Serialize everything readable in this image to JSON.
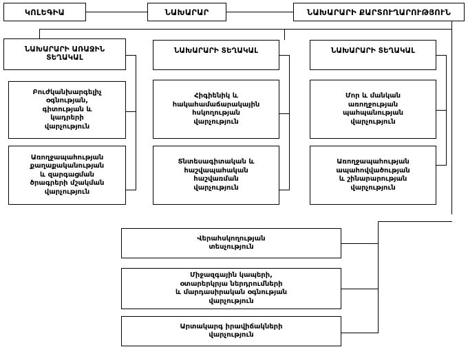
{
  "chart_data": {
    "type": "diagram",
    "title": "Ministry of Health organizational structure chart",
    "subtype": "organizational-hierarchy",
    "language": "Armenian",
    "colors": {
      "background": "#ffffff",
      "line": "#000000",
      "text": "#000000",
      "box_fill": "#ffffff"
    },
    "nodes": [
      {
        "id": "kolegia",
        "label": "ԿՈԼԵԳԻԱ",
        "level": 0,
        "column": "left"
      },
      {
        "id": "naxarar",
        "label": "ՆԱԽԱՐԱՐ",
        "level": 0,
        "column": "center"
      },
      {
        "id": "kartuxarutyun",
        "label": "ՆԱԽԱՐԱՐԻ ՔԱՐՏՈՒՂԱՐՈՒԹՅՈՒՆ",
        "level": 0,
        "column": "right"
      },
      {
        "id": "first-deputy",
        "label": "ՆԱԽԱՐԱՐԻ ԱՌԱՋԻՆ\nՏԵՂԱԿԱԼ",
        "level": 1,
        "column": "left"
      },
      {
        "id": "deputy-1",
        "label": "ՆԱԽԱՐԱՐԻ ՏԵՂԱԿԱԼ",
        "level": 1,
        "column": "center"
      },
      {
        "id": "deputy-2",
        "label": "ՆԱԽԱՐԱՐԻ ՏԵՂԱԿԱԼ",
        "level": 1,
        "column": "right"
      },
      {
        "id": "dept-medical",
        "label": "Բուժկանխարգելիչ\nօգնության,\nգիտության և\nկադրերի\nվարչություն",
        "level": 2,
        "column": "left",
        "parent": "first-deputy"
      },
      {
        "id": "dept-policy",
        "label": "Առողջապահության\nքաղաքականության\nև զարգացման\nծրագրերի մշակման\nվարչություն",
        "level": 3,
        "column": "left",
        "parent": "first-deputy"
      },
      {
        "id": "dept-hygiene",
        "label": "Հիգիենիկ և\nհակահամաճարակային\nհսկողության\nվարչություն",
        "level": 2,
        "column": "center",
        "parent": "deputy-1"
      },
      {
        "id": "dept-economy",
        "label": "Տնտեսագիտական և\nհաշվապահական\nհաշվառման\nվարչություն",
        "level": 3,
        "column": "center",
        "parent": "deputy-1"
      },
      {
        "id": "dept-mother",
        "label": "Մոր և մանկան\nառողջության\nպահպանության\nվարչություն",
        "level": 2,
        "column": "right",
        "parent": "deputy-2"
      },
      {
        "id": "dept-supply",
        "label": "Առողջապահության\nապահովվածության\nև շինարարության\nվարչություն",
        "level": 3,
        "column": "right",
        "parent": "deputy-2"
      },
      {
        "id": "dept-control",
        "label": "Վերահսկողության\nտեսչություն",
        "level": 4,
        "column": "bottom",
        "parent": "naxarar"
      },
      {
        "id": "dept-intl",
        "label": "Միջազգային կապերի,\nօտարերկրյա ներդրումների\nև մարդասիրական օգնության\nվարչություն",
        "level": 5,
        "column": "bottom",
        "parent": "naxarar"
      },
      {
        "id": "dept-emerg",
        "label": "Արտակարգ իրավիճակների\nվարչություն",
        "level": 6,
        "column": "bottom",
        "parent": "naxarar"
      }
    ],
    "edges": [
      {
        "from": "kolegia",
        "to": "naxarar"
      },
      {
        "from": "naxarar",
        "to": "kartuxarutyun"
      },
      {
        "from": "naxarar",
        "to": "first-deputy"
      },
      {
        "from": "naxarar",
        "to": "deputy-1"
      },
      {
        "from": "naxarar",
        "to": "deputy-2"
      },
      {
        "from": "first-deputy",
        "to": "dept-medical"
      },
      {
        "from": "first-deputy",
        "to": "dept-policy"
      },
      {
        "from": "deputy-1",
        "to": "dept-hygiene"
      },
      {
        "from": "deputy-1",
        "to": "dept-economy"
      },
      {
        "from": "deputy-2",
        "to": "dept-mother"
      },
      {
        "from": "deputy-2",
        "to": "dept-supply"
      },
      {
        "from": "naxarar",
        "to": "dept-control"
      },
      {
        "from": "naxarar",
        "to": "dept-intl"
      },
      {
        "from": "naxarar",
        "to": "dept-emerg"
      }
    ]
  },
  "top_row": {
    "kolegia": "ԿՈԼԵԳԻԱ",
    "minister": "ՆԱԽԱՐԱՐ",
    "secretariat": "ՆԱԽԱՐԱՐԻ ՔԱՐՏՈՒՂԱՐՈՒԹՅՈՒՆ"
  },
  "deputies": {
    "first_deputy": "ՆԱԽԱՐԱՐԻ ԱՌԱՋԻՆ\nՏԵՂԱԿԱԼ",
    "deputy_center": "ՆԱԽԱՐԱՐԻ ՏԵՂԱԿԱԼ",
    "deputy_right": "ՆԱԽԱՐԱՐԻ ՏԵՂԱԿԱԼ"
  },
  "columns": {
    "left": [
      "Բուժկանխարգելիչ\nօգնության,\nգիտության և\nկադրերի\nվարչություն",
      "Առողջապահության\nքաղաքականության\nև զարգացման\nծրագրերի մշակման\nվարչություն"
    ],
    "center": [
      "Հիգիենիկ և\nհակահամաճարակային\nհսկողության\nվարչություն",
      "Տնտեսագիտական և\nհաշվապահական\nհաշվառման\nվարչություն"
    ],
    "right": [
      "Մոր և մանկան\nառողջության\nպահպանության\nվարչություն",
      "Առողջապահության\nապահովվածության\nև շինարարության\nվարչություն"
    ]
  },
  "bottom": [
    "Վերահսկողության\nտեսչություն",
    "Միջազգային կապերի,\nօտարերկրյա ներդրումների\nև մարդասիրական օգնության\nվարչություն",
    "Արտակարգ իրավիճակների\nվարչություն"
  ]
}
